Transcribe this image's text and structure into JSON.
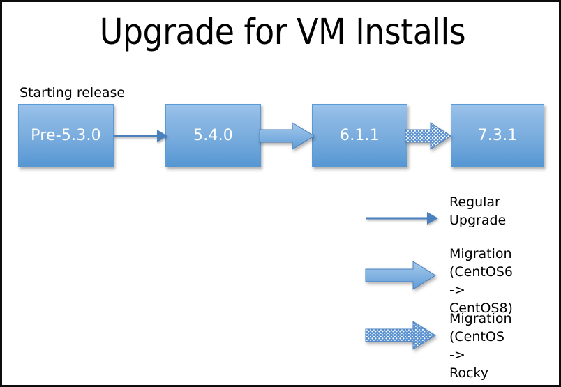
{
  "slide": {
    "title": "Upgrade for VM Installs",
    "background_color": "#ffffff",
    "border_color": "#0d0d0d"
  },
  "flow": {
    "start_label": "Starting release",
    "box_fill_top": "#9cc3ea",
    "box_fill_bottom": "#5596d3",
    "box_text_color": "#ffffff",
    "boxes": [
      {
        "label": "Pre-5.3.0"
      },
      {
        "label": "5.4.0"
      },
      {
        "label": "6.1.1"
      },
      {
        "label": "7.3.1"
      }
    ],
    "connectors": [
      {
        "from": "Pre-5.3.0",
        "to": "5.4.0",
        "style": "regular-upgrade"
      },
      {
        "from": "5.4.0",
        "to": "6.1.1",
        "style": "migration-centos6-centos8"
      },
      {
        "from": "6.1.1",
        "to": "7.3.1",
        "style": "migration-centos-rocky"
      }
    ]
  },
  "legend": {
    "items": [
      {
        "glyph": "line-arrow-icon",
        "label": "Regular\nUpgrade"
      },
      {
        "glyph": "block-arrow-icon",
        "label": "Migration\n(CentOS6 ->\n CentOS8)"
      },
      {
        "glyph": "dotted-block-arrow-icon",
        "label": "Migration\n(CentOS ->\n Rocky Linux)"
      }
    ],
    "arrow_color": "#4a80bd",
    "arrow_fill": "#7aade0"
  }
}
